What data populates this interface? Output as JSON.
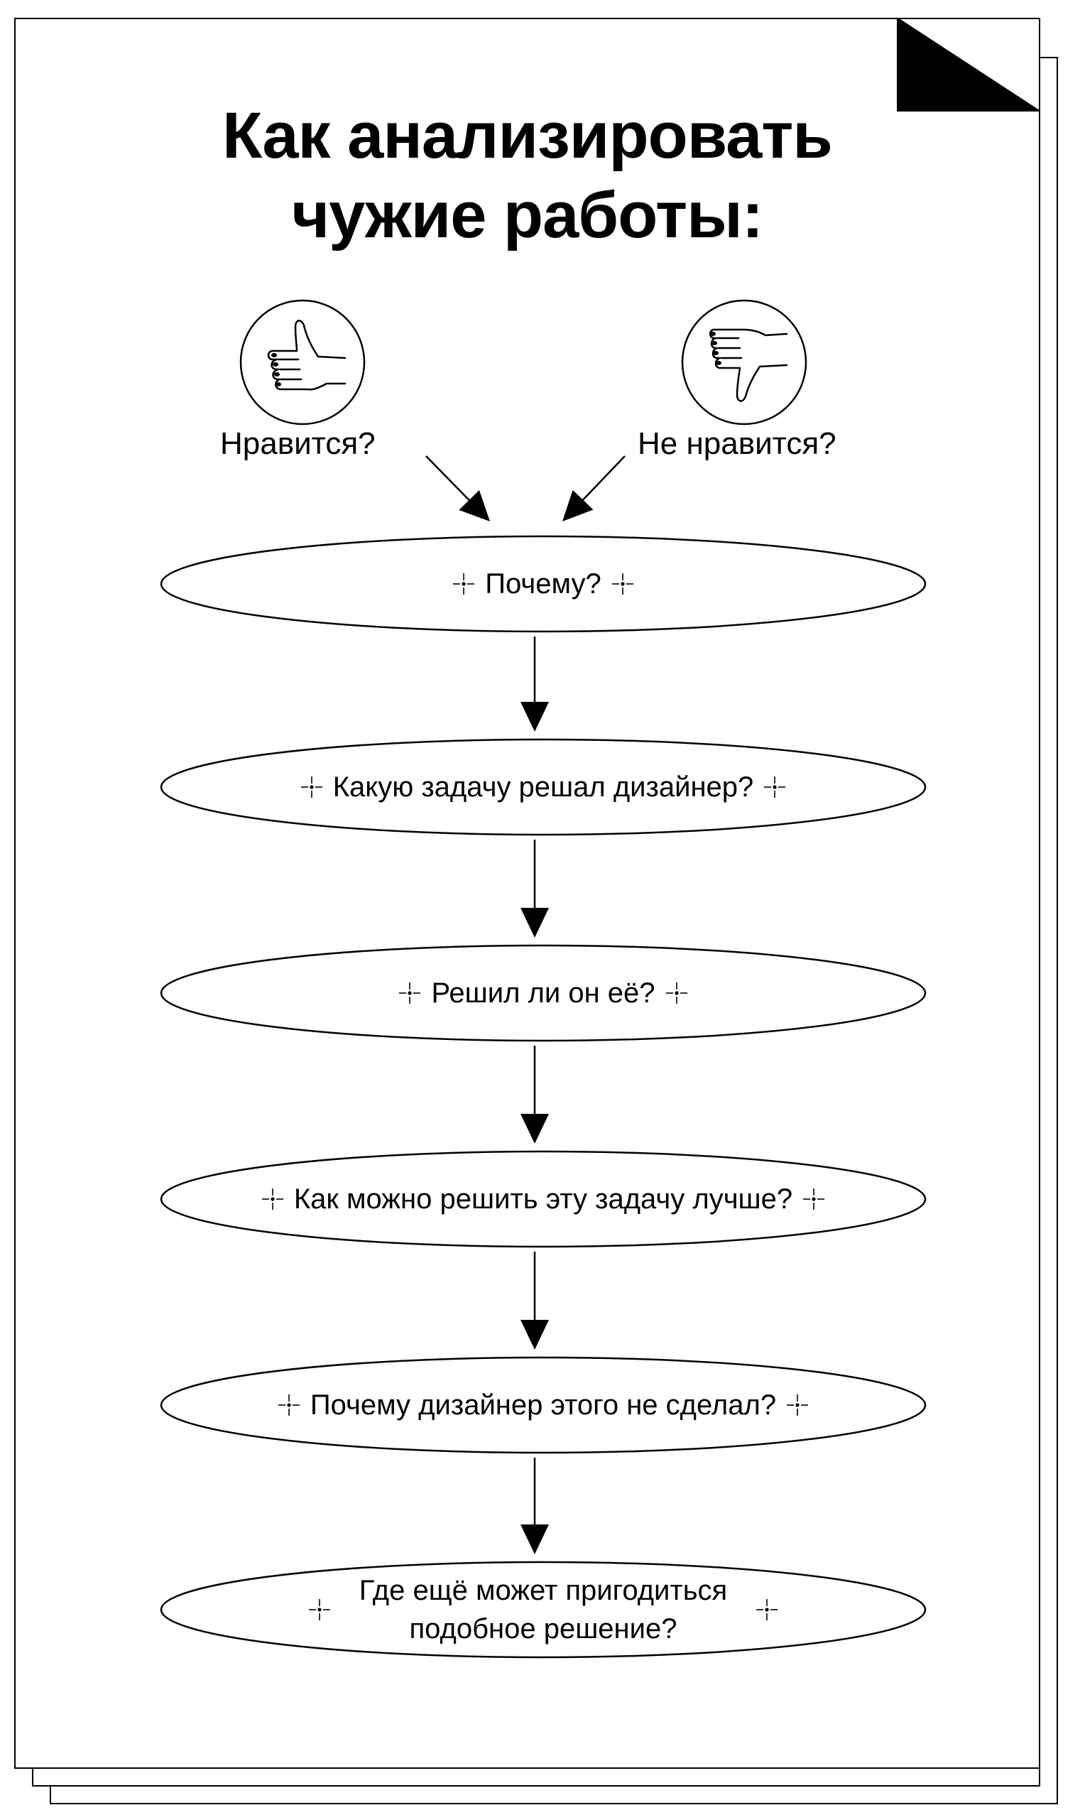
{
  "title_lines": [
    "Как анализировать",
    "чужие работы:"
  ],
  "reactions": {
    "like": {
      "label": "Нравится?",
      "icon": "thumbs-up-icon"
    },
    "dislike": {
      "label": "Не нравится?",
      "icon": "thumbs-down-icon"
    }
  },
  "steps": [
    {
      "lines": [
        "Почему?"
      ]
    },
    {
      "lines": [
        "Какую задачу решал дизайнер?"
      ]
    },
    {
      "lines": [
        "Решил ли он её?"
      ]
    },
    {
      "lines": [
        "Как можно решить эту задачу лучше?"
      ]
    },
    {
      "lines": [
        "Почему дизайнер этого не сделал?"
      ]
    },
    {
      "lines": [
        "Где ещё может пригодиться",
        "подобное решение?"
      ]
    }
  ],
  "colors": {
    "ink": "#000000",
    "paper": "#ffffff"
  }
}
